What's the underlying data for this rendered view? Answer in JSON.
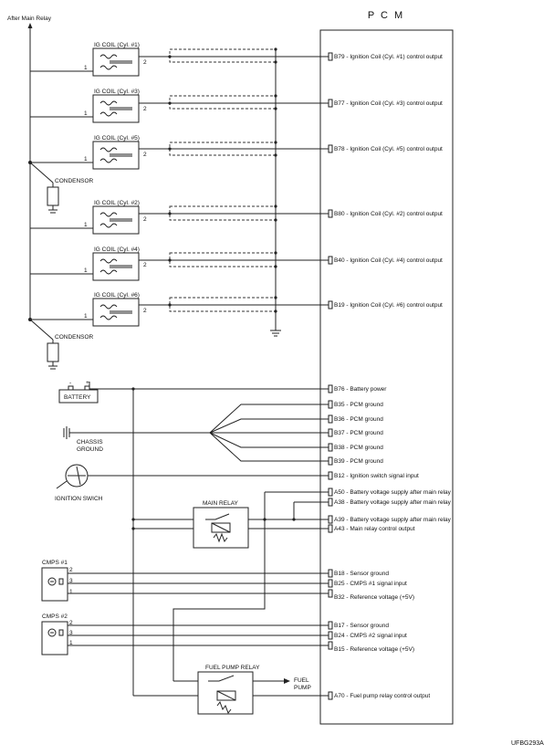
{
  "pcm_title": "P C M",
  "after_main_relay": "After Main Relay",
  "figure_code": "UFBG293A",
  "ignition_coils": [
    {
      "label": "IG COIL (Cyl. #1)",
      "pin1": "1",
      "pin2": "2",
      "terminal": "B79 - Ignition Coil (Cyl. #1) control output"
    },
    {
      "label": "IG COIL (Cyl. #3)",
      "pin1": "1",
      "pin2": "2",
      "terminal": "B77 - Ignition Coil (Cyl. #3) control output"
    },
    {
      "label": "IG COIL (Cyl. #5)",
      "pin1": "1",
      "pin2": "2",
      "terminal": "B78 - Ignition Coil (Cyl. #5) control output"
    },
    {
      "label": "IG COIL (Cyl. #2)",
      "pin1": "1",
      "pin2": "2",
      "terminal": "B80 - Ignition Coil (Cyl. #2) control output"
    },
    {
      "label": "IG COIL (Cyl. #4)",
      "pin1": "1",
      "pin2": "2",
      "terminal": "B40 - Ignition Coil (Cyl. #4) control output"
    },
    {
      "label": "IG COIL (Cyl. #6)",
      "pin1": "1",
      "pin2": "2",
      "terminal": "B19 - Ignition Coil (Cyl. #6) control output"
    }
  ],
  "condensers": [
    "CONDENSOR",
    "CONDENSOR"
  ],
  "battery": {
    "label": "BATTERY",
    "minus": "-",
    "plus": "+"
  },
  "chassis_ground": [
    "CHASSIS",
    "GROUND"
  ],
  "ignition_switch": "IGNITION SWICH",
  "main_relay": "MAIN RELAY",
  "fuel_pump_relay": "FUEL PUMP RELAY",
  "fuel_pump": [
    "FUEL",
    "PUMP"
  ],
  "cmps1": {
    "label": "CMPS #1",
    "pins": [
      "2",
      "3",
      "1"
    ]
  },
  "cmps2": {
    "label": "CMPS #2",
    "pins": [
      "2",
      "3",
      "1"
    ]
  },
  "terminals": [
    "B76 - Battery power",
    "B35 - PCM ground",
    "B36 - PCM ground",
    "B37 - PCM ground",
    "B38 - PCM ground",
    "B39 - PCM ground",
    "B12 - Ignition switch signal input",
    "A50 - Battery voltage supply after main relay",
    "A38 - Battery voltage supply after main relay",
    "A39 - Battery voltage supply after main relay",
    "A43 - Main relay control output",
    "B18 - Sensor ground",
    "B25 - CMPS #1 signal input",
    "B32 - Reference voltage (+5V)",
    "B17 - Sensor ground",
    "B24 - CMPS #2 signal input",
    "B15 - Reference voltage (+5V)",
    "A70 - Fuel pump relay control output"
  ]
}
